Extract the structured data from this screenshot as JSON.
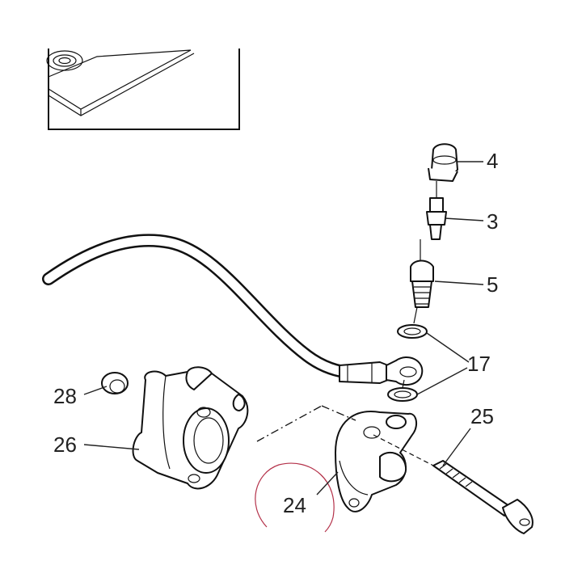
{
  "diagram": {
    "callouts": [
      {
        "id": "4",
        "text": "4"
      },
      {
        "id": "3",
        "text": "3"
      },
      {
        "id": "5",
        "text": "5"
      },
      {
        "id": "17",
        "text": "17"
      },
      {
        "id": "25",
        "text": "25"
      },
      {
        "id": "28",
        "text": "28"
      },
      {
        "id": "26",
        "text": "26"
      },
      {
        "id": "24",
        "text": "24"
      }
    ],
    "colors": {
      "line": "#111111",
      "label": "#222222",
      "highlight_circle": "#b4324a",
      "background": "#ffffff"
    }
  }
}
